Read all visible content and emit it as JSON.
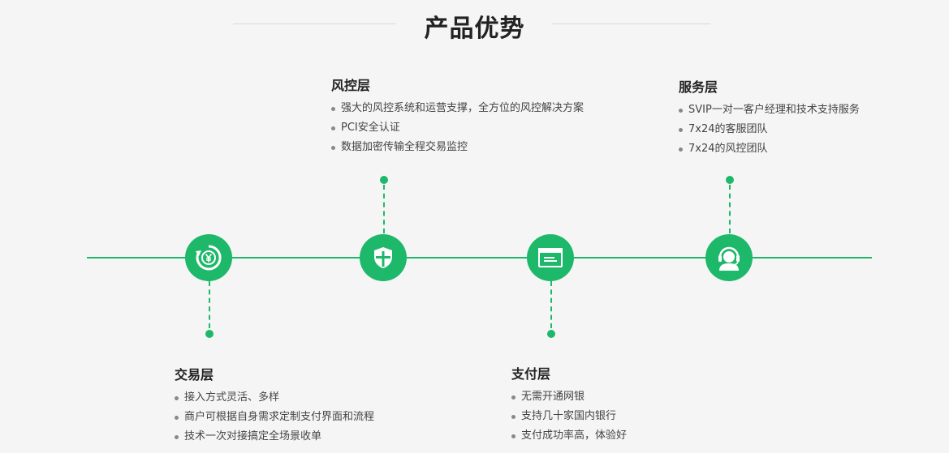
{
  "title": "产品优势",
  "layers": {
    "risk": {
      "name": "风控层",
      "items": [
        "强大的风控系统和运营支撑，全方位的风控解决方案",
        "PCI安全认证",
        "数据加密传输全程交易监控"
      ]
    },
    "service": {
      "name": "服务层",
      "items": [
        "SVIP一对一客户经理和技术支持服务",
        "7x24的客服团队",
        "7x24的风控团队"
      ]
    },
    "trade": {
      "name": "交易层",
      "items": [
        "接入方式灵活、多样",
        "商户可根据自身需求定制支付界面和流程",
        "技术一次对接搞定全场景收单"
      ]
    },
    "pay": {
      "name": "支付层",
      "items": [
        "无需开通网银",
        "支持几十家国内银行",
        "支付成功率高，体验好"
      ]
    }
  },
  "icons": [
    "yuan-cycle-icon",
    "shield-icon",
    "window-card-icon",
    "headset-agent-icon"
  ],
  "colors": {
    "accent": "#1eb86a",
    "background": "#f5f5f5"
  }
}
